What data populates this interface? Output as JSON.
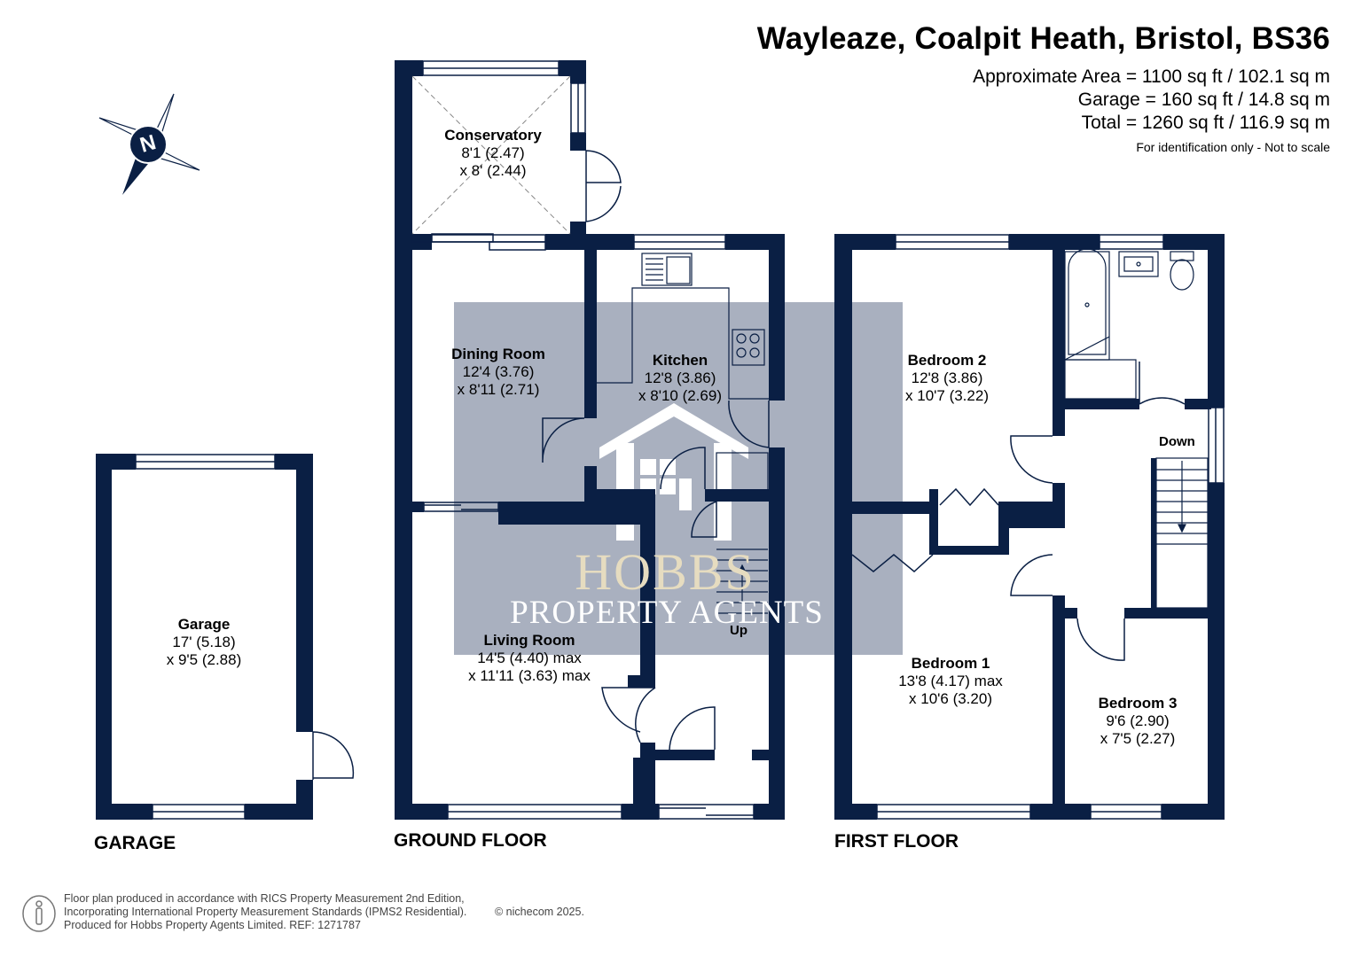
{
  "header": {
    "title": "Wayleaze, Coalpit Heath, Bristol, BS36",
    "area_lines": [
      "Approximate Area = 1100 sq ft / 102.1 sq m",
      "Garage = 160 sq ft / 14.8 sq m",
      "Total = 1260 sq ft / 116.9 sq m"
    ],
    "note": "For identification only - Not to scale"
  },
  "compass": {
    "label": "N"
  },
  "watermark": {
    "brand": "HOBBS",
    "subtitle": "PROPERTY AGENTS"
  },
  "floors": {
    "garage": "GARAGE",
    "ground": "GROUND FLOOR",
    "first": "FIRST FLOOR"
  },
  "rooms": {
    "conservatory": {
      "name": "Conservatory",
      "dim1": "8'1 (2.47)",
      "dim2": "x 8' (2.44)"
    },
    "dining": {
      "name": "Dining Room",
      "dim1": "12'4 (3.76)",
      "dim2": "x 8'11 (2.71)"
    },
    "kitchen": {
      "name": "Kitchen",
      "dim1": "12'8 (3.86)",
      "dim2": "x 8'10 (2.69)"
    },
    "living": {
      "name": "Living Room",
      "dim1": "14'5 (4.40) max",
      "dim2": "x 11'11 (3.63) max"
    },
    "garage": {
      "name": "Garage",
      "dim1": "17' (5.18)",
      "dim2": "x 9'5 (2.88)"
    },
    "bedroom2": {
      "name": "Bedroom 2",
      "dim1": "12'8 (3.86)",
      "dim2": "x 10'7 (3.22)"
    },
    "bedroom1": {
      "name": "Bedroom 1",
      "dim1": "13'8 (4.17) max",
      "dim2": "x 10'6 (3.20)"
    },
    "bedroom3": {
      "name": "Bedroom 3",
      "dim1": "9'6 (2.90)",
      "dim2": "x 7'5 (2.27)"
    }
  },
  "stairs": {
    "up": "Up",
    "down": "Down"
  },
  "footer": {
    "lines": [
      "Floor plan produced in accordance with RICS Property Measurement 2nd Edition,",
      "Incorporating International Property Measurement Standards (IPMS2 Residential).",
      "Produced for Hobbs Property Agents Limited.   REF: 1271787"
    ],
    "copyright": "© nichecom 2025."
  },
  "colors": {
    "wall": "#0a1f44",
    "watermark_box": "#a9b0bf",
    "brand_gold": "#e6dcc0"
  }
}
